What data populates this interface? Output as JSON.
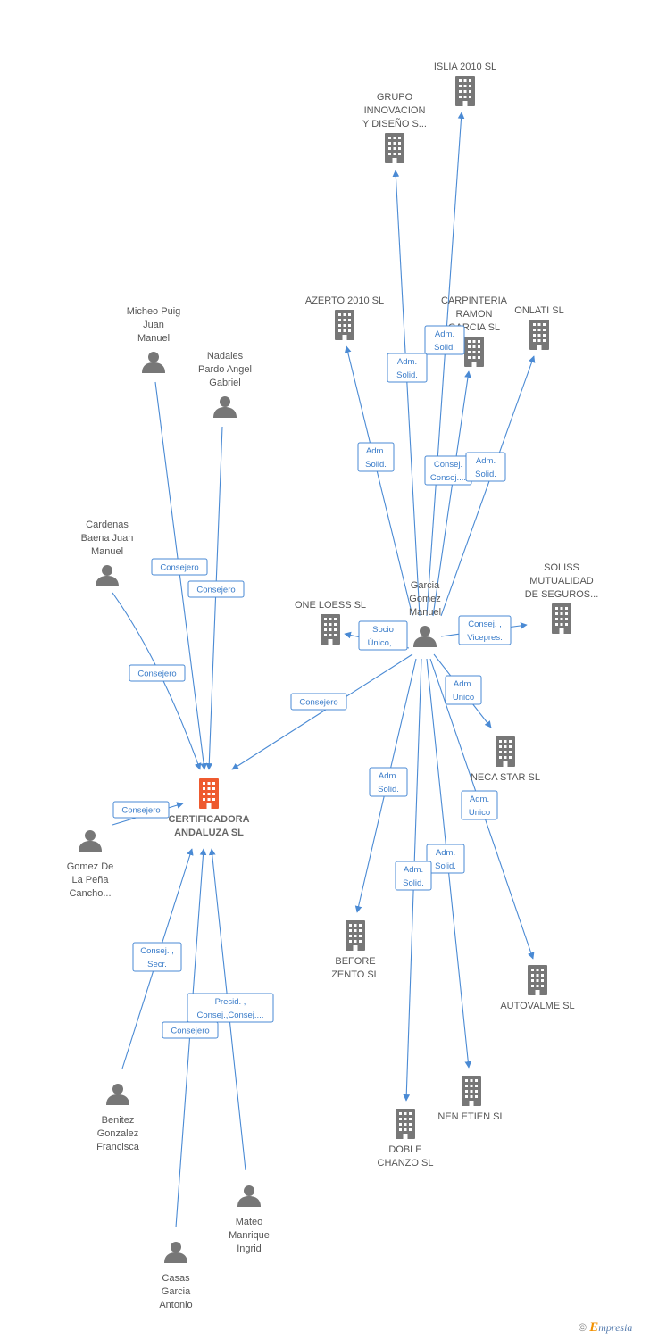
{
  "colors": {
    "edge": "#4a8ad4",
    "building": "#777777",
    "focus": "#ee5a2f",
    "person": "#777777"
  },
  "nodes": [
    {
      "id": "islia",
      "type": "company",
      "lines": [
        "ISLIA 2010 SL"
      ]
    },
    {
      "id": "grupo",
      "type": "company",
      "lines": [
        "GRUPO",
        "INNOVACION",
        "Y DISEÑO S..."
      ]
    },
    {
      "id": "azerto",
      "type": "company",
      "lines": [
        "AZERTO 2010 SL"
      ]
    },
    {
      "id": "carpinteria",
      "type": "company",
      "lines": [
        "CARPINTERIA",
        "RAMON",
        "GARCIA SL"
      ]
    },
    {
      "id": "onlati",
      "type": "company",
      "lines": [
        "ONLATI SL"
      ]
    },
    {
      "id": "soliss",
      "type": "company",
      "lines": [
        "SOLISS",
        "MUTUALIDAD",
        "DE SEGUROS..."
      ]
    },
    {
      "id": "oneloess",
      "type": "company",
      "lines": [
        "ONE LOESS SL"
      ]
    },
    {
      "id": "necastar",
      "type": "company",
      "lines": [
        "NECA STAR SL"
      ]
    },
    {
      "id": "before",
      "type": "company",
      "lines": [
        "BEFORE",
        "ZENTO SL"
      ]
    },
    {
      "id": "autovalme",
      "type": "company",
      "lines": [
        "AUTOVALME SL"
      ]
    },
    {
      "id": "nenetien",
      "type": "company",
      "lines": [
        "NEN ETIEN SL"
      ]
    },
    {
      "id": "doble",
      "type": "company",
      "lines": [
        "DOBLE",
        "CHANZO SL"
      ]
    },
    {
      "id": "certificadora",
      "type": "focus",
      "lines": [
        "CERTIFICADORA",
        "ANDALUZA SL"
      ]
    },
    {
      "id": "micheo",
      "type": "person",
      "lines": [
        "Micheo Puig",
        "Juan",
        "Manuel"
      ]
    },
    {
      "id": "nadales",
      "type": "person",
      "lines": [
        "Nadales",
        "Pardo Angel",
        "Gabriel"
      ]
    },
    {
      "id": "cardenas",
      "type": "person",
      "lines": [
        "Cardenas",
        "Baena Juan",
        "Manuel"
      ]
    },
    {
      "id": "garcia",
      "type": "person",
      "lines": [
        "Garcia",
        "Gomez",
        "Manuel"
      ]
    },
    {
      "id": "gomez",
      "type": "person",
      "lines": [
        "Gomez De",
        "La Peña",
        "Cancho..."
      ]
    },
    {
      "id": "benitez",
      "type": "person",
      "lines": [
        "Benitez",
        "Gonzalez",
        "Francisca"
      ]
    },
    {
      "id": "mateo",
      "type": "person",
      "lines": [
        "Mateo",
        "Manrique",
        "Ingrid"
      ]
    },
    {
      "id": "casas",
      "type": "person",
      "lines": [
        "Casas",
        "Garcia",
        "Antonio"
      ]
    }
  ],
  "edges": [
    {
      "from": "garcia",
      "to": "islia",
      "lines": [
        "Adm.",
        "Solid."
      ]
    },
    {
      "from": "garcia",
      "to": "grupo",
      "lines": [
        "Adm.",
        "Solid."
      ]
    },
    {
      "from": "garcia",
      "to": "azerto",
      "lines": [
        "Adm.",
        "Solid."
      ]
    },
    {
      "from": "garcia",
      "to": "carpinteria",
      "lines": [
        "Consej.",
        "Consej...."
      ]
    },
    {
      "from": "garcia",
      "to": "onlati",
      "lines": [
        "Adm.",
        "Solid."
      ]
    },
    {
      "from": "garcia",
      "to": "soliss",
      "lines": [
        "Consej. ,",
        "Vicepres."
      ]
    },
    {
      "from": "garcia",
      "to": "oneloess",
      "lines": [
        "Socio",
        "Único,..."
      ]
    },
    {
      "from": "garcia",
      "to": "necastar",
      "lines": [
        "Adm.",
        "Unico"
      ]
    },
    {
      "from": "garcia",
      "to": "autovalme",
      "lines": [
        "Adm.",
        "Unico"
      ]
    },
    {
      "from": "garcia",
      "to": "before",
      "lines": [
        "Adm.",
        "Solid."
      ]
    },
    {
      "from": "garcia",
      "to": "nenetien",
      "lines": [
        "Adm.",
        "Solid."
      ]
    },
    {
      "from": "garcia",
      "to": "doble",
      "lines": [
        "Adm.",
        "Solid."
      ]
    },
    {
      "from": "garcia",
      "to": "certificadora",
      "lines": [
        "Consejero"
      ]
    },
    {
      "from": "micheo",
      "to": "certificadora",
      "lines": [
        "Consejero"
      ]
    },
    {
      "from": "nadales",
      "to": "certificadora",
      "lines": [
        "Consejero"
      ]
    },
    {
      "from": "cardenas",
      "to": "certificadora",
      "lines": [
        "Consejero"
      ]
    },
    {
      "from": "gomez",
      "to": "certificadora",
      "lines": [
        "Consejero"
      ]
    },
    {
      "from": "benitez",
      "to": "certificadora",
      "lines": [
        "Consej. ,",
        "Secr."
      ]
    },
    {
      "from": "mateo",
      "to": "certificadora",
      "lines": [
        "Presid. ,",
        "Consej.,Consej...."
      ]
    },
    {
      "from": "casas",
      "to": "certificadora",
      "lines": [
        "Consejero"
      ]
    }
  ],
  "footer": {
    "copyright": "©",
    "brand_initial": "E",
    "brand_rest": "mpresia"
  }
}
